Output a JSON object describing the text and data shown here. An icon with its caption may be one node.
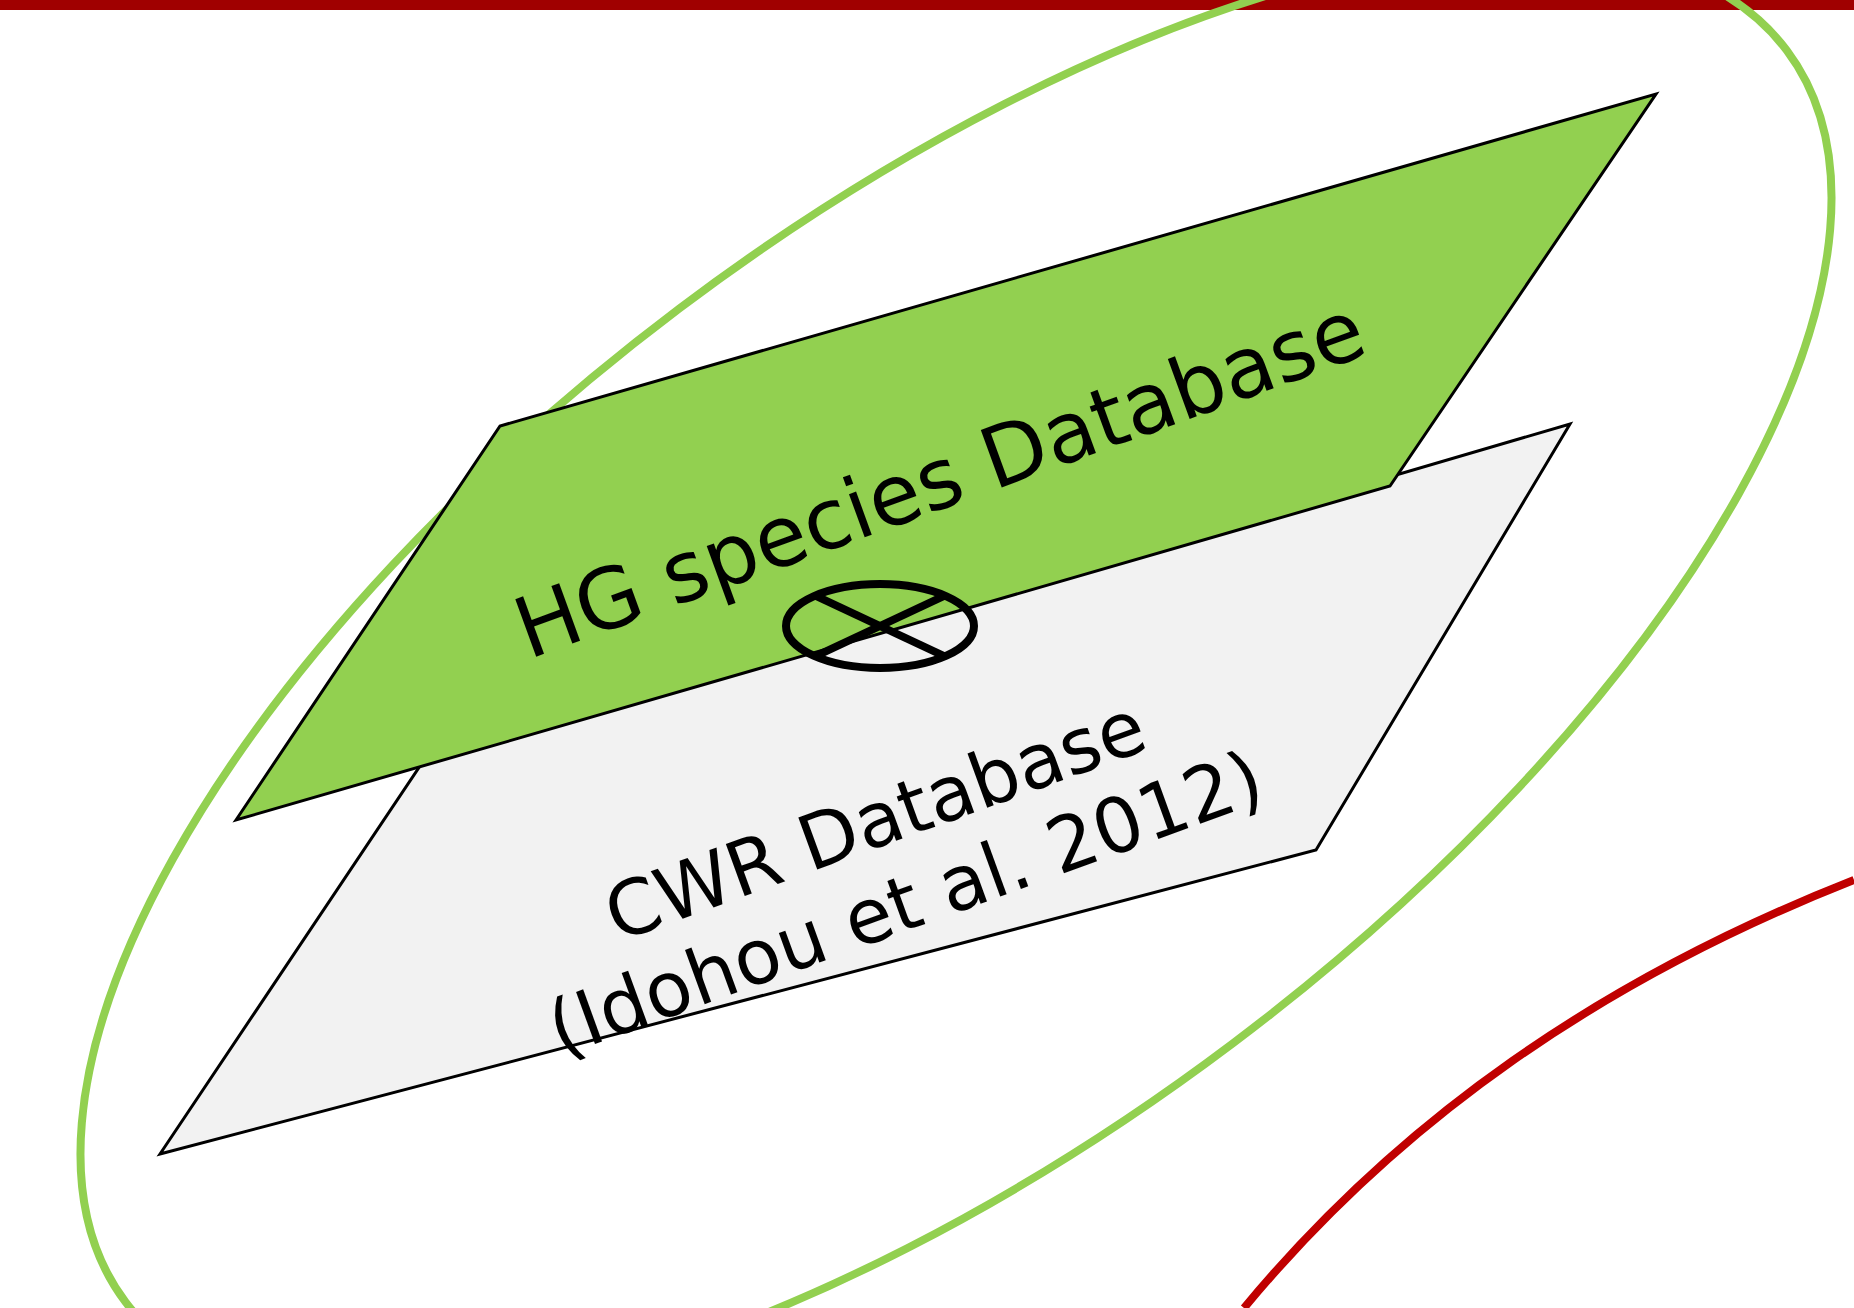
{
  "diagram": {
    "nodes": [
      {
        "text": [
          "HG species Database"
        ]
      },
      {
        "text": [
          "CWR Database",
          "(Idohou et al. 2012)"
        ]
      }
    ]
  }
}
